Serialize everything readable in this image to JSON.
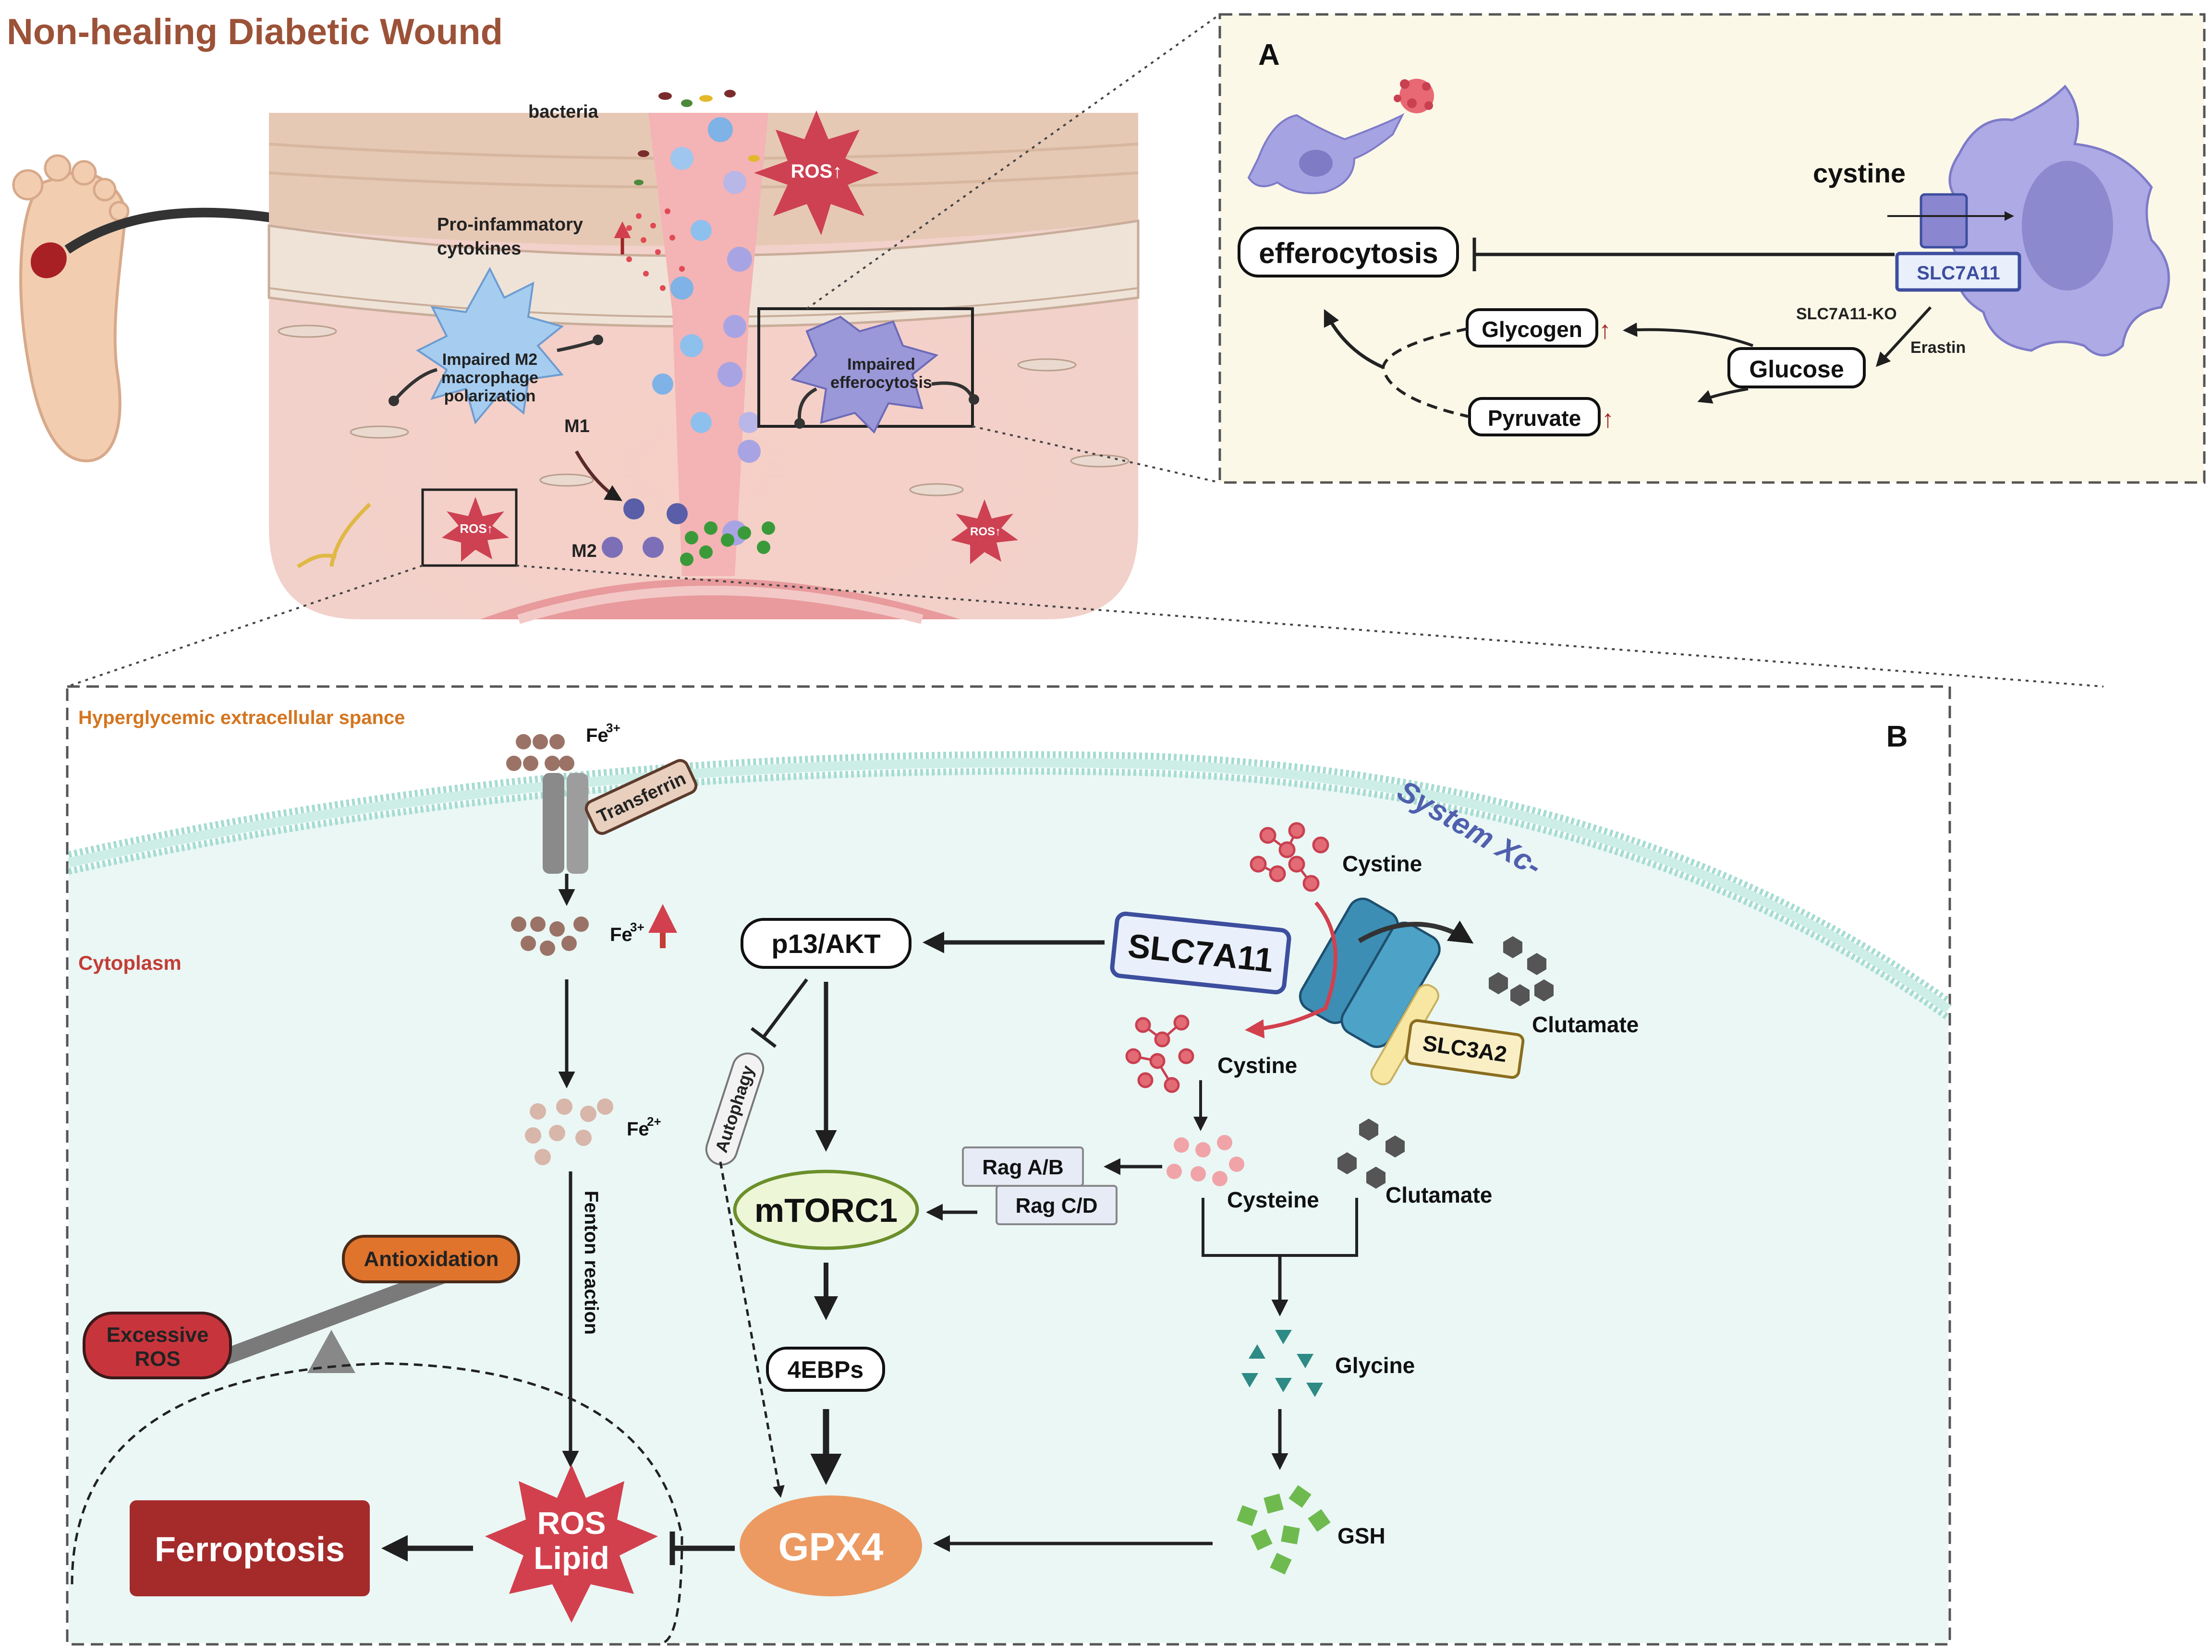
{
  "title": "Non-healing Diabetic Wound",
  "colors": {
    "title": "#9c5238",
    "panelA_bg": "#fbf8e8",
    "panelB_bg": "#e9f7f5",
    "membrane": "#9fd8cc",
    "slc_fill": "#e9effb",
    "slc_stroke": "#3d4e9e",
    "slc3a2_fill": "#faefc4",
    "ros_red": "#d2404d",
    "gpx4": "#ec9a62",
    "mtorc1_fill": "#eef6d8",
    "mtorc1_stroke": "#6b8f2a",
    "ferroptosis": "#a52b2b",
    "antiox": "#e0742c",
    "excess": "#c8343c",
    "orange_label": "#d4751f",
    "cyto_label": "#c33d36",
    "systemxc": "#5060ae"
  },
  "wound": {
    "bacteria": "bacteria",
    "cytokines_line1": "Pro-infammatory",
    "cytokines_line2": "cytokines",
    "ros_big": "ROS↑",
    "ros_small": "ROS↑",
    "m2_line1": "Impaired M2",
    "m2_line2": "macrophage",
    "m2_line3": "polarization",
    "effero_line1": "Impaired",
    "effero_line2": "efferocytosis",
    "m1": "M1",
    "m2": "M2",
    "icons": [
      "foot-icon",
      "macrophage-icon",
      "bacteria-icon",
      "ros-burst-icon"
    ]
  },
  "panelA": {
    "label": "A",
    "efferocytosis": "efferocytosis",
    "cystine": "cystine",
    "slc7a11": "SLC7A11",
    "slc_ko": "SLC7A11-KO",
    "erastin": "Erastin",
    "glycogen": "Glycogen",
    "glucose": "Glucose",
    "pyruvate": "Pyruvate",
    "up_arrow": "↑"
  },
  "panelB": {
    "label": "B",
    "extracellular": "Hyperglycemic extracellular spance",
    "cytoplasm": "Cytoplasm",
    "fe3_label": "Fe",
    "fe3_sup": "3+",
    "fe2_sup": "2+",
    "up_arrow": "↑",
    "transferrin": "Transferrin",
    "system_xc": "System Xc-",
    "cystine_out": "Cystine",
    "cystine_in": "Cystine",
    "clutamate_out": "Clutamate",
    "clutamate_in": "Clutamate",
    "slc7a11": "SLC7A11",
    "slc3a2": "SLC3A2",
    "p13akt": "p13/AKT",
    "autophagy": "Autophagy",
    "mtorc1": "mTORC1",
    "rag_ab": "Rag A/B",
    "rag_cd": "Rag C/D",
    "cysteine": "Cysteine",
    "glycine": "Glycine",
    "gsh": "GSH",
    "ebp": "4EBPs",
    "gpx4": "GPX4",
    "fenton": "Fenton reaction",
    "ros_line1": "ROS",
    "ros_line2": "Lipid",
    "ferroptosis": "Ferroptosis",
    "antioxidation": "Antioxidation",
    "excess_line1": "Excessive",
    "excess_line2": "ROS"
  }
}
